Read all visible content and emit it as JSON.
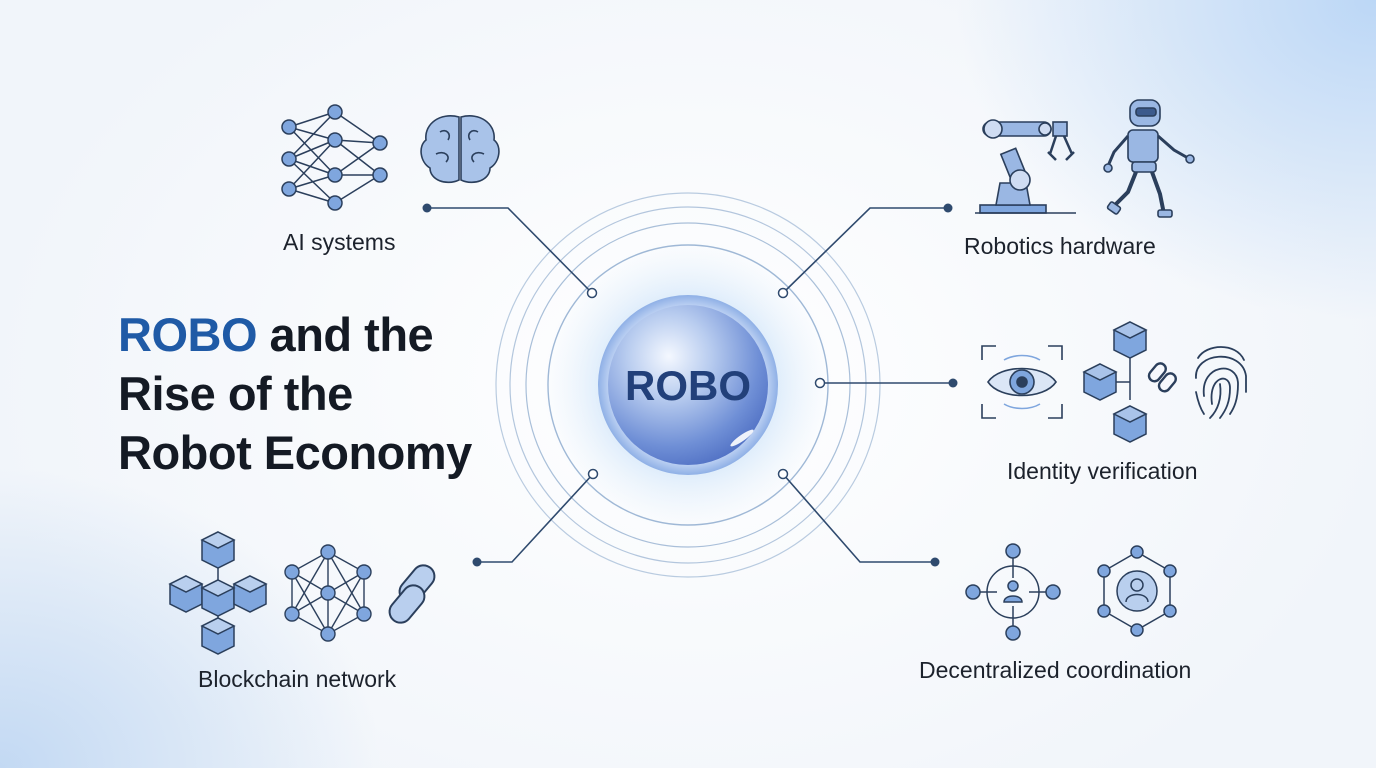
{
  "title": {
    "accent": "ROBO",
    "line1_rest": " and the",
    "line2": "Rise of the",
    "line3": "Robot Economy"
  },
  "hub": {
    "label": "ROBO"
  },
  "nodes": {
    "ai_systems": "AI systems",
    "robotics_hardware": "Robotics hardware",
    "identity_verification": "Identity verification",
    "blockchain_network": "Blockchain network",
    "decentralized_coordination": "Decentralized coordination"
  },
  "colors": {
    "accent": "#1f5aa6",
    "title": "#141a24",
    "icon_stroke": "#2b3f5c",
    "icon_fill": "#7fa6de",
    "connector": "#2f4a6e",
    "ring": "#a9bfd9"
  },
  "icons": {
    "ai_systems": [
      "neural-network-icon",
      "brain-icon"
    ],
    "robotics_hardware": [
      "robot-arm-icon",
      "humanoid-robot-icon"
    ],
    "identity_verification": [
      "eye-scan-icon",
      "block-chain-icon",
      "fingerprint-icon"
    ],
    "blockchain_network": [
      "cube-network-icon",
      "mesh-network-icon",
      "chain-link-icon"
    ],
    "decentralized_coordination": [
      "coordination-arrows-icon",
      "user-network-icon"
    ]
  }
}
